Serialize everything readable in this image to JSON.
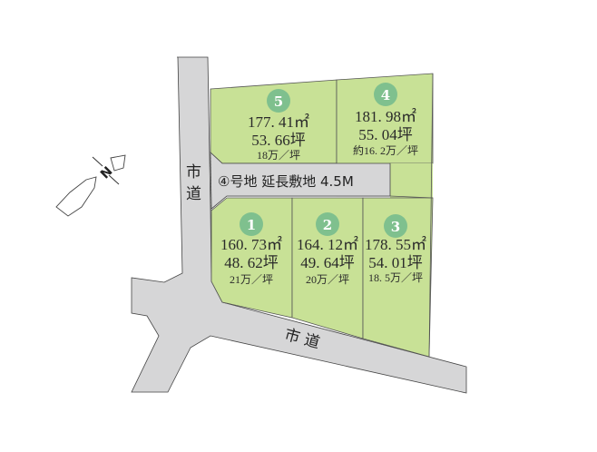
{
  "map": {
    "roads": {
      "vertical_label": [
        "市",
        "道"
      ],
      "horizontal_label": "市 道"
    },
    "flag_lot": {
      "label": "④号地 延長敷地 4.5M"
    },
    "compass": {
      "north_letter": "N"
    },
    "lots": [
      {
        "number": "1",
        "area": "160. 73㎡",
        "tsubo": "48. 62坪",
        "price": "21万／坪"
      },
      {
        "number": "2",
        "area": "164. 12㎡",
        "tsubo": "49. 64坪",
        "price": "20万／坪"
      },
      {
        "number": "3",
        "area": "178. 55㎡",
        "tsubo": "54. 01坪",
        "price": "18. 5万／坪"
      },
      {
        "number": "4",
        "area": "181. 98㎡",
        "tsubo": "55. 04坪",
        "price": "約16. 2万／坪"
      },
      {
        "number": "5",
        "area": "177. 41㎡",
        "tsubo": "53. 66坪",
        "price": "18万／坪"
      }
    ],
    "colors": {
      "lot_fill": "#c8e196",
      "road_fill": "#d6d6d7",
      "badge_fill": "#7fc08e"
    }
  }
}
